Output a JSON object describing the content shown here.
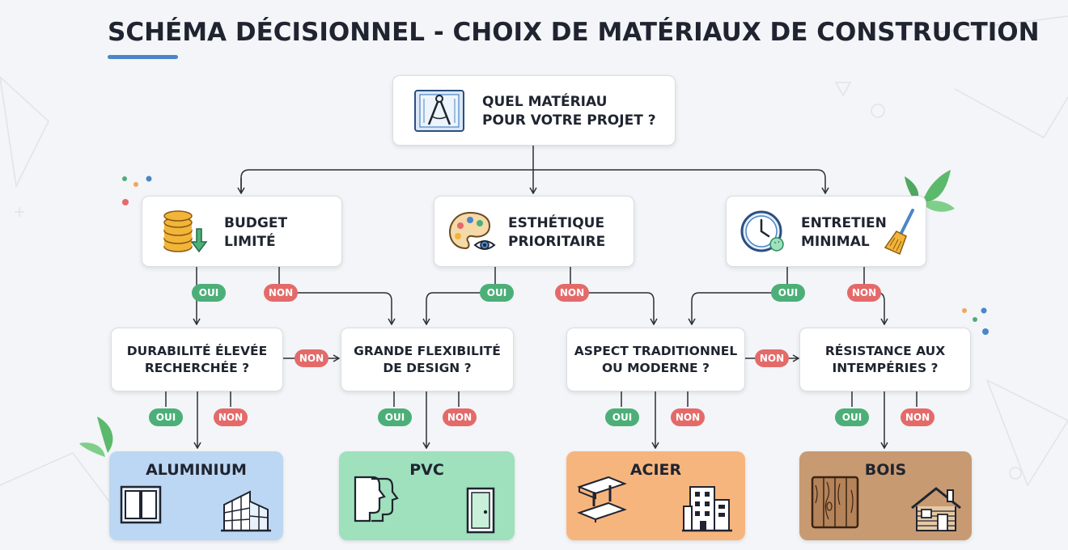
{
  "title": "SCHÉMA DÉCISIONNEL - CHOIX DE MATÉRIAUX DE CONSTRUCTION",
  "colors": {
    "accent": "#4a86c8",
    "oui": "#4caf78",
    "non": "#e46a6a",
    "aluminium": "#bcd7f3",
    "pvc": "#9fe0bd",
    "acier": "#f7b57e",
    "bois": "#c79a72"
  },
  "root": {
    "line1": "QUEL MATÉRIAU",
    "line2": "POUR VOTRE PROJET ?"
  },
  "criteria": [
    {
      "line1": "BUDGET",
      "line2": "LIMITÉ",
      "icon": "coins-icon"
    },
    {
      "line1": "ESTHÉTIQUE",
      "line2": "PRIORITAIRE",
      "icon": "palette-icon"
    },
    {
      "line1": "ENTRETIEN",
      "line2": "MINIMAL",
      "icon": "clock-broom-icon"
    }
  ],
  "questions": [
    {
      "line1": "DURABILITÉ ÉLEVÉE",
      "line2": "RECHERCHÉE ?"
    },
    {
      "line1": "GRANDE FLEXIBILITÉ",
      "line2": "DE DESIGN ?"
    },
    {
      "line1": "ASPECT TRADITIONNEL",
      "line2": "OU MODERNE ?"
    },
    {
      "line1": "RÉSISTANCE AUX",
      "line2": "INTEMPÉRIES ?"
    }
  ],
  "answers": {
    "yes": "OUI",
    "no": "NON"
  },
  "results": [
    {
      "label": "ALUMINIUM"
    },
    {
      "label": "PVC"
    },
    {
      "label": "ACIER"
    },
    {
      "label": "BOIS"
    }
  ]
}
